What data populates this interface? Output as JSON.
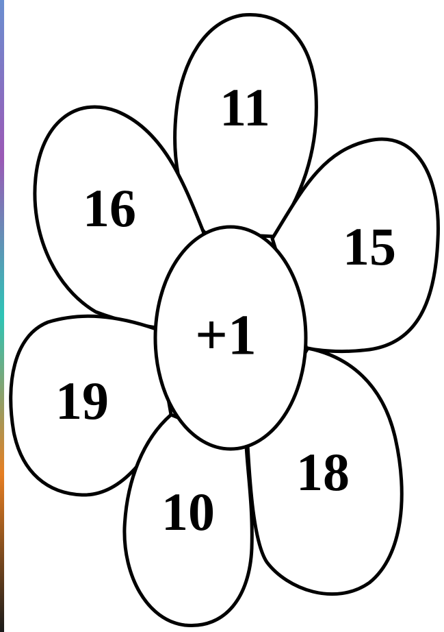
{
  "center": {
    "label": "+1"
  },
  "petals": [
    {
      "id": "top",
      "label": "11"
    },
    {
      "id": "upper-left",
      "label": "16"
    },
    {
      "id": "right",
      "label": "15"
    },
    {
      "id": "left",
      "label": "19"
    },
    {
      "id": "bottom-left",
      "label": "10"
    },
    {
      "id": "bottom-right",
      "label": "18"
    }
  ],
  "colors": {
    "outline": "#000000",
    "fill": "#ffffff",
    "edge_strip": [
      "#6a8fd0",
      "#9b59b6",
      "#2ec4b6",
      "#e67e22",
      "#1a1a1a"
    ]
  }
}
